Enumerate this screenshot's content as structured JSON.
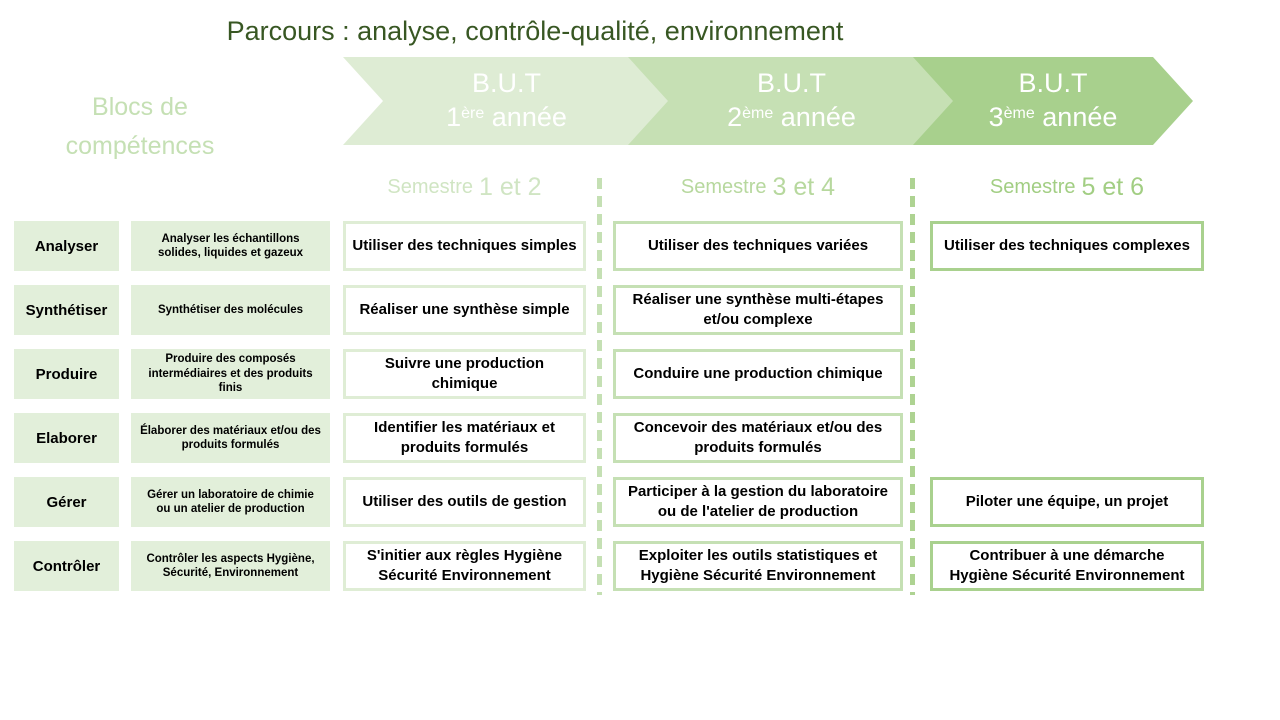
{
  "title": "Parcours : analyse, contrôle-qualité, environnement",
  "blocs_header": "Blocs de compétences",
  "arrows": [
    {
      "line1": "B.U.T",
      "num": "1",
      "sup": "ère",
      "suffix": "année",
      "fill": "#deecd4"
    },
    {
      "line1": "B.U.T",
      "num": "2",
      "sup": "ème",
      "suffix": "année",
      "fill": "#c6e0b4"
    },
    {
      "line1": "B.U.T",
      "num": "3",
      "sup": "ème",
      "suffix": "année",
      "fill": "#a8d08d"
    }
  ],
  "semesters": [
    {
      "prefix": "Semestre",
      "range": "1 et 2",
      "color": "#d0e5c3"
    },
    {
      "prefix": "Semestre",
      "range": "3 et 4",
      "color": "#b7d89e"
    },
    {
      "prefix": "Semestre",
      "range": "5 et 6",
      "color": "#a2ce83"
    }
  ],
  "rows": [
    {
      "bloc": "Analyser",
      "desc": "Analyser les échantillons solides, liquides et gazeux",
      "s12": "Utiliser des techniques simples",
      "s34": "Utiliser des techniques variées",
      "s56": "Utiliser des techniques complexes"
    },
    {
      "bloc": "Synthétiser",
      "desc": "Synthétiser des molécules",
      "s12": "Réaliser une synthèse simple",
      "s34": "Réaliser une synthèse multi-étapes et/ou complexe",
      "s56": ""
    },
    {
      "bloc": "Produire",
      "desc": "Produire des composés intermédiaires et des produits finis",
      "s12": "Suivre une production chimique",
      "s34": "Conduire une production chimique",
      "s56": ""
    },
    {
      "bloc": "Elaborer",
      "desc": "Élaborer des matériaux et/ou des produits formulés",
      "s12": "Identifier les matériaux et produits formulés",
      "s34": "Concevoir des matériaux et/ou des produits formulés",
      "s56": ""
    },
    {
      "bloc": "Gérer",
      "desc": "Gérer un laboratoire de chimie ou un atelier de production",
      "s12": "Utiliser des outils de gestion",
      "s34": "Participer à la gestion du laboratoire ou de l'atelier de production",
      "s56": "Piloter une équipe, un projet"
    },
    {
      "bloc": "Contrôler",
      "desc": "Contrôler les aspects Hygiène, Sécurité, Environnement",
      "s12": "S'initier aux règles Hygiène Sécurité Environnement",
      "s34": "Exploiter les outils statistiques et Hygiène Sécurité Environnement",
      "s56": "Contribuer à une démarche Hygiène Sécurité Environnement"
    }
  ],
  "colors": {
    "title_text": "#385723",
    "blocs_header_text": "#c5e0b4",
    "cell_fill_light": "#e2efda",
    "border_sem12": "#dfedd5",
    "border_sem34": "#c5e0b4",
    "border_sem56": "#a9d18e",
    "separator_1": "#c5e0b4",
    "separator_2": "#aed392"
  }
}
